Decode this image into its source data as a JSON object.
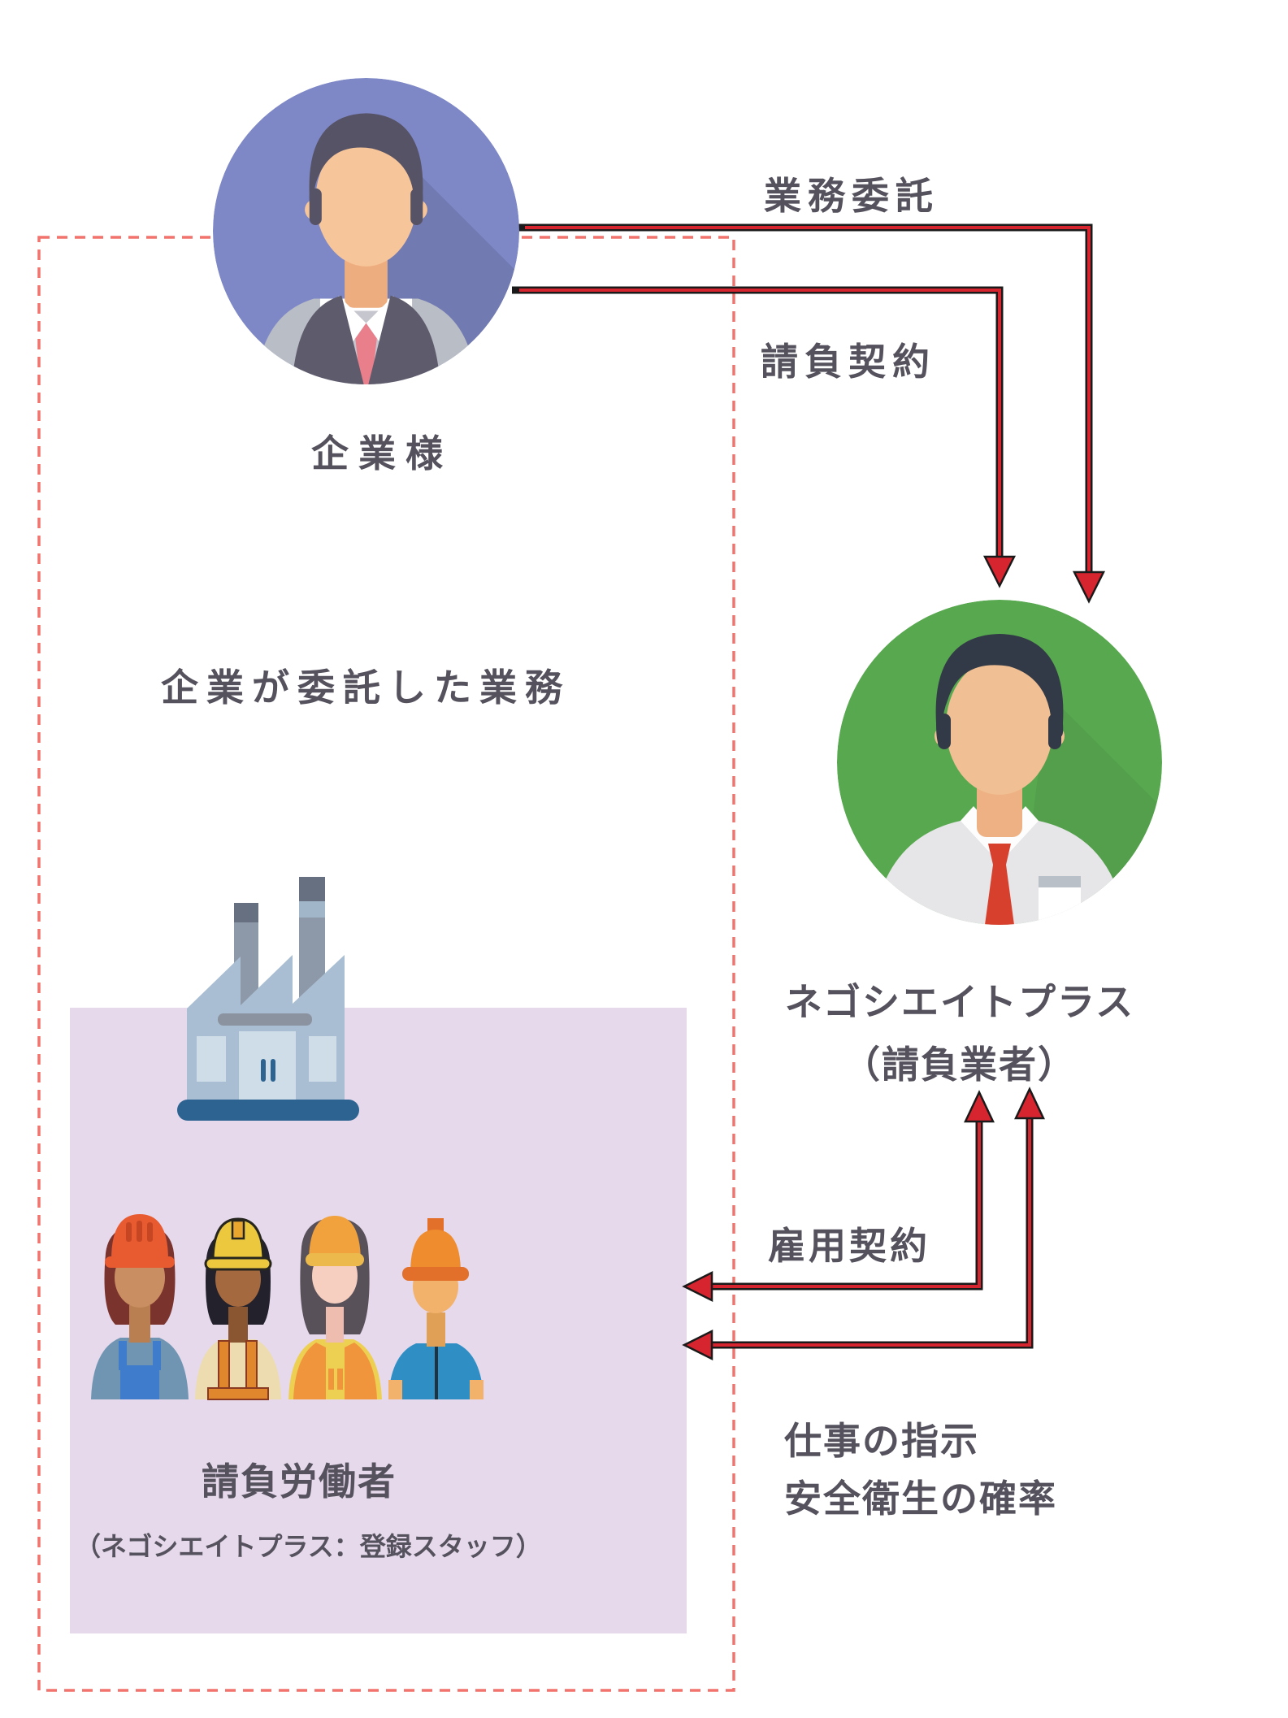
{
  "diagram": {
    "company": {
      "label": "企業様"
    },
    "outsourcing_arrow": {
      "label": "業務委託"
    },
    "contract_arrow": {
      "label": "請負契約"
    },
    "delegated_work": {
      "label": "企業が委託した業務"
    },
    "contractor": {
      "line1": "ネゴシエイトプラス",
      "line2": "（請負業者）"
    },
    "employment_arrow": {
      "label": "雇用契約"
    },
    "instruction_arrow": {
      "line1": "仕事の指示",
      "line2": "安全衛生の確率"
    },
    "workers": {
      "title": "請負労働者",
      "subtitle": "（ネゴシエイトプラス：登録スタッフ）"
    },
    "colors": {
      "arrow_red": "#d6252f",
      "arrow_outline": "#1a1a1a",
      "dashed_border": "#f2736d",
      "company_circle": "#7e88c6",
      "contractor_circle": "#58a850",
      "workers_box": "#e5d9eb",
      "label_text": "#55525e",
      "factory_base": "#2d6390"
    }
  }
}
